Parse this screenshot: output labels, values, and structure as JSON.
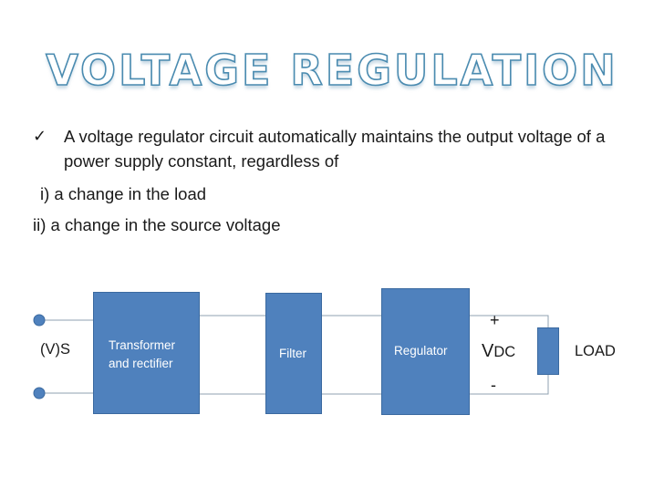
{
  "slide": {
    "title": "VOLTAGE REGULATION",
    "bullet": "A voltage regulator circuit automatically maintains the output voltage of a power supply constant, regardless of",
    "items": [
      "i) a change in the load",
      "ii) a change in the source voltage"
    ]
  },
  "diagram": {
    "source_label": "(V)S",
    "blocks": {
      "transformer": "Transformer and rectifier",
      "filter": "Filter",
      "regulator": "Regulator"
    },
    "output": {
      "plus": "+",
      "minus": "-",
      "vdc_main": "V",
      "vdc_sub": "DC"
    },
    "load_label": "LOAD"
  },
  "colors": {
    "block_fill": "#4f81bd",
    "block_border": "#3b6aa0",
    "title_outline": "#4a8bb0",
    "wire": "#8fa0b0"
  }
}
